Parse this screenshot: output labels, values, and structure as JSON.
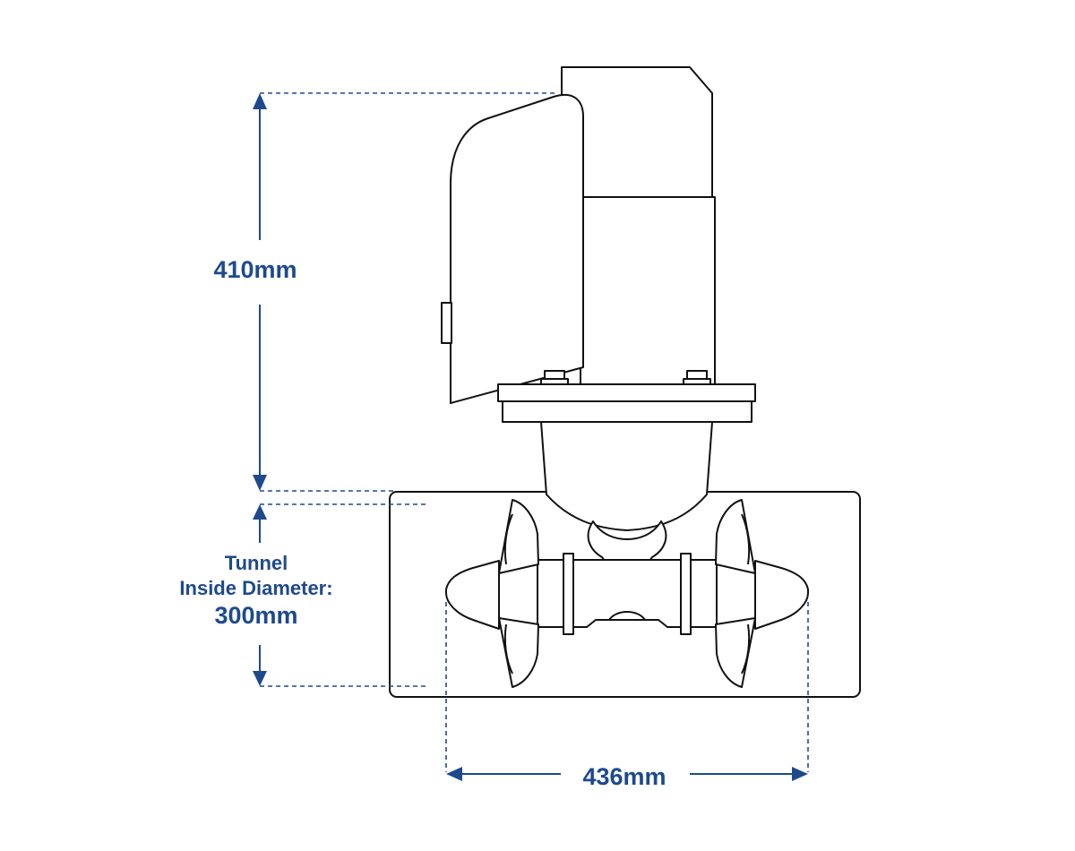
{
  "dimensions": {
    "height": "410mm",
    "tunnel_line1": "Tunnel",
    "tunnel_line2": "Inside Diameter:",
    "tunnel_line3": "300mm",
    "width": "436mm"
  },
  "colors": {
    "dimension": "#1e4a8c",
    "outline": "#111111",
    "background": "#ffffff"
  }
}
